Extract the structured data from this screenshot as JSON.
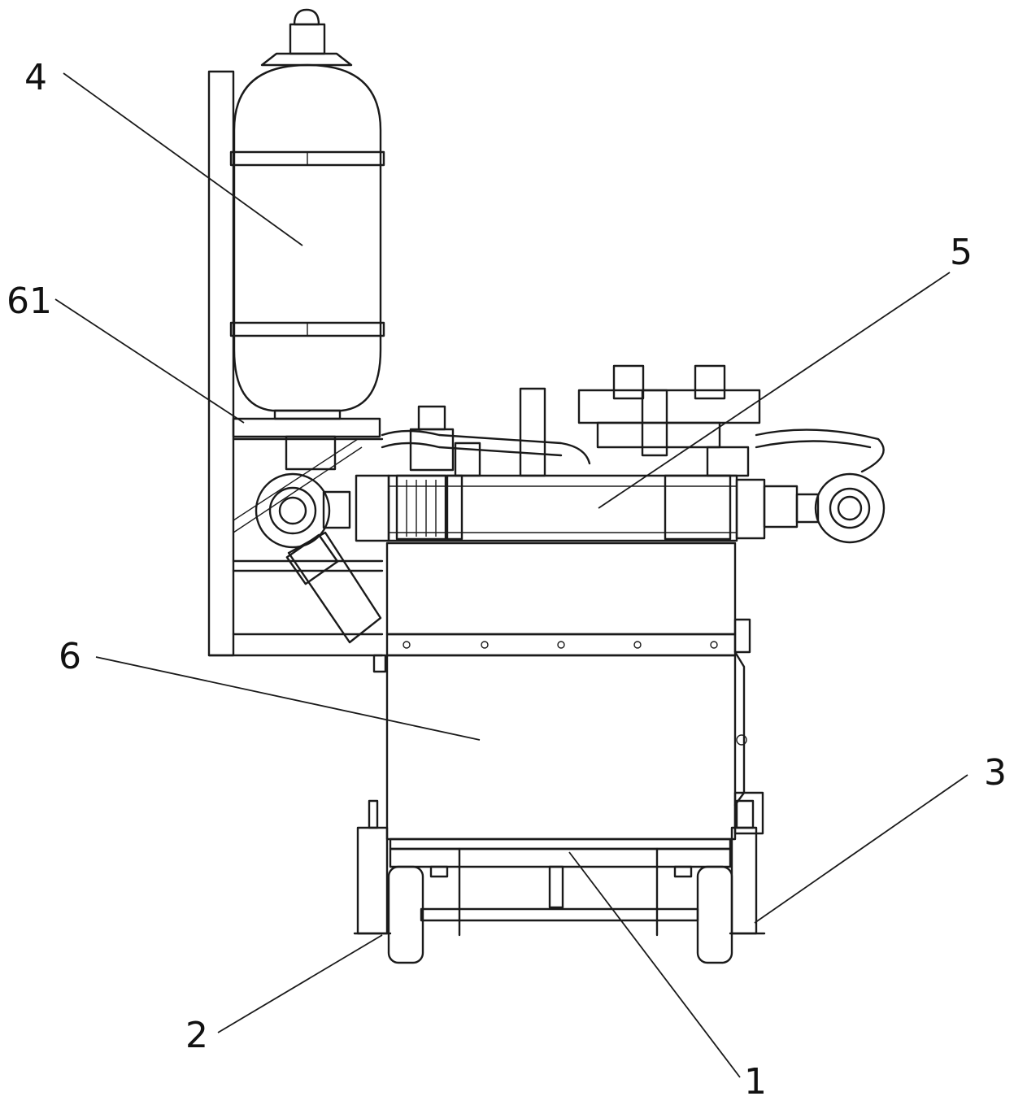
{
  "figure": {
    "labels": {
      "wheel_frame": "1",
      "wheel": "2",
      "brake": "3",
      "accumulator": "4",
      "valve_block": "5",
      "tank": "6",
      "bracket": "61"
    }
  }
}
